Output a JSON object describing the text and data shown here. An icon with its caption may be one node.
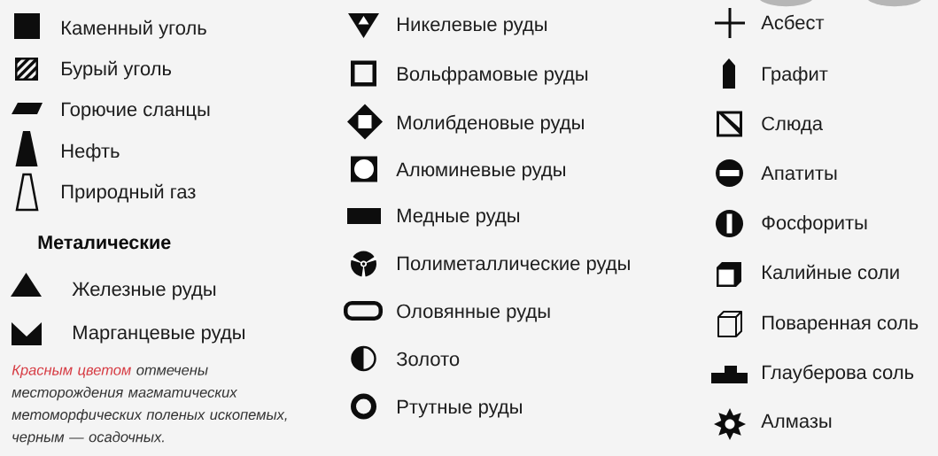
{
  "diagram": {
    "labels": [
      "Металические",
      "Красным цветом",
      "отмечены месторождения магматических метоморфических поленых ископемых, черным — осадочных."
    ],
    "legend": [
      {
        "text": "Каменный уголь"
      },
      {
        "text": "Бурый уголь"
      },
      {
        "text": "Горючие сланцы"
      },
      {
        "text": "Нефть"
      },
      {
        "text": "Природный газ"
      },
      {
        "text": "Железные руды"
      },
      {
        "text": "Марганцевые руды"
      },
      {
        "text": "Никелевые руды"
      },
      {
        "text": "Вольфрамовые руды"
      },
      {
        "text": "Молибденовые руды"
      },
      {
        "text": "Алюминевые руды"
      },
      {
        "text": "Медные руды"
      },
      {
        "text": "Полиметаллические руды"
      },
      {
        "text": "Оловянные руды"
      },
      {
        "text": "Золото"
      },
      {
        "text": "Ртутные руды"
      },
      {
        "text": "Асбест"
      },
      {
        "text": "Графит"
      },
      {
        "text": "Слюда"
      },
      {
        "text": "Апатиты"
      },
      {
        "text": "Фосфориты"
      },
      {
        "text": "Калийные соли"
      },
      {
        "text": "Поваренная соль"
      },
      {
        "text": "Глауберова соль"
      },
      {
        "text": "Алмазы"
      }
    ]
  }
}
